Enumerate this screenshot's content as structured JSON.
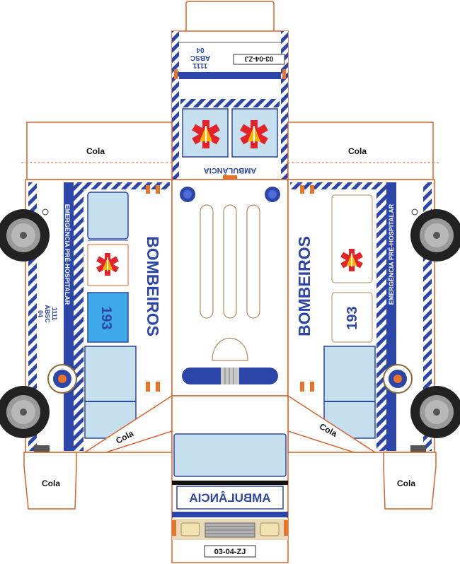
{
  "glue_label": "Cola",
  "brand_text": "BOMBEIROS",
  "side_service_text": "EMERGÊNCIA PRÉ-HOSPITALAR",
  "vehicle_code_line1": "1111",
  "vehicle_code_line2": "ABSC",
  "vehicle_code_line3": "04",
  "emergency_number": "193",
  "front_text": "AMBULÂNCIA",
  "plate_number": "03-04-ZJ",
  "colors": {
    "accent_blue": "#2b45a8",
    "outline": "#d9622b",
    "window": "#c6dfee",
    "star_red": "#e32229",
    "light_orange": "#e8742a",
    "tire_dark": "#222222"
  },
  "icons": {
    "star_of_life": "star-of-life-icon",
    "wheel": "wheel-icon",
    "crest": "firefighter-crest-icon"
  }
}
